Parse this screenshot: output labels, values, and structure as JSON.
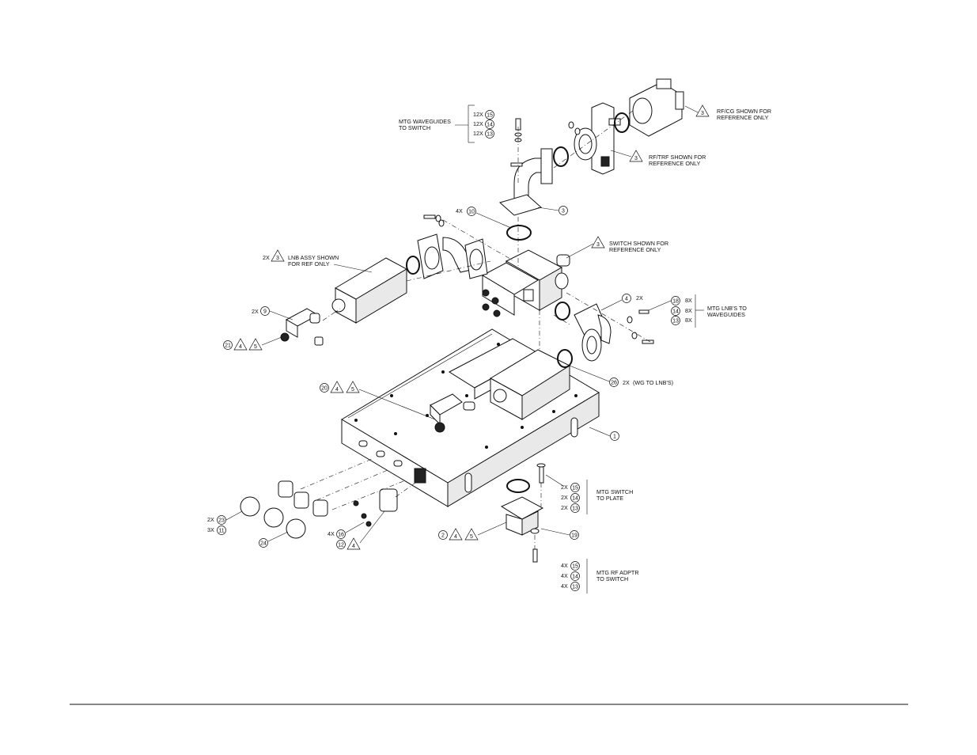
{
  "notes": {
    "rfcg": [
      "RF/CG SHOWN FOR",
      "REFERENCE ONLY"
    ],
    "rftrf": [
      "RF/TRF SHOWN FOR",
      "REFERENCE ONLY"
    ],
    "mtg_waveguides": [
      "MTG WAVEGUIDES",
      "TO SWITCH"
    ],
    "switch": [
      "SWITCH SHOWN FOR",
      "REFERENCE ONLY"
    ],
    "lnb_assy": [
      "LNB ASSY SHOWN",
      "FOR REF ONLY"
    ],
    "mtg_lnbs": [
      "MTG LNB'S TO",
      "WAVEGUIDES"
    ],
    "wg_to_lnbs": "(WG TO LNB'S)",
    "mtg_switch_plate": [
      "MTG SWITCH",
      "TO PLATE"
    ],
    "mtg_rf_adptr": [
      "MTG RF ADPTR",
      "TO SWITCH"
    ]
  },
  "qty": {
    "q12x": "12X",
    "q4x": "4X",
    "q2x": "2X",
    "q8x": "8X",
    "q3x": "3X"
  },
  "items": {
    "i1": "1",
    "i2": "2",
    "i3": "3",
    "i4": "4",
    "i5": "5",
    "i9": "9",
    "i10": "10",
    "i11": "11",
    "i12": "12",
    "i13": "13",
    "i14": "14",
    "i15": "15",
    "i16": "16",
    "i18": "18",
    "i19": "19",
    "i20": "20",
    "i21": "21",
    "i23": "23",
    "i24": "24",
    "i26": "26"
  }
}
